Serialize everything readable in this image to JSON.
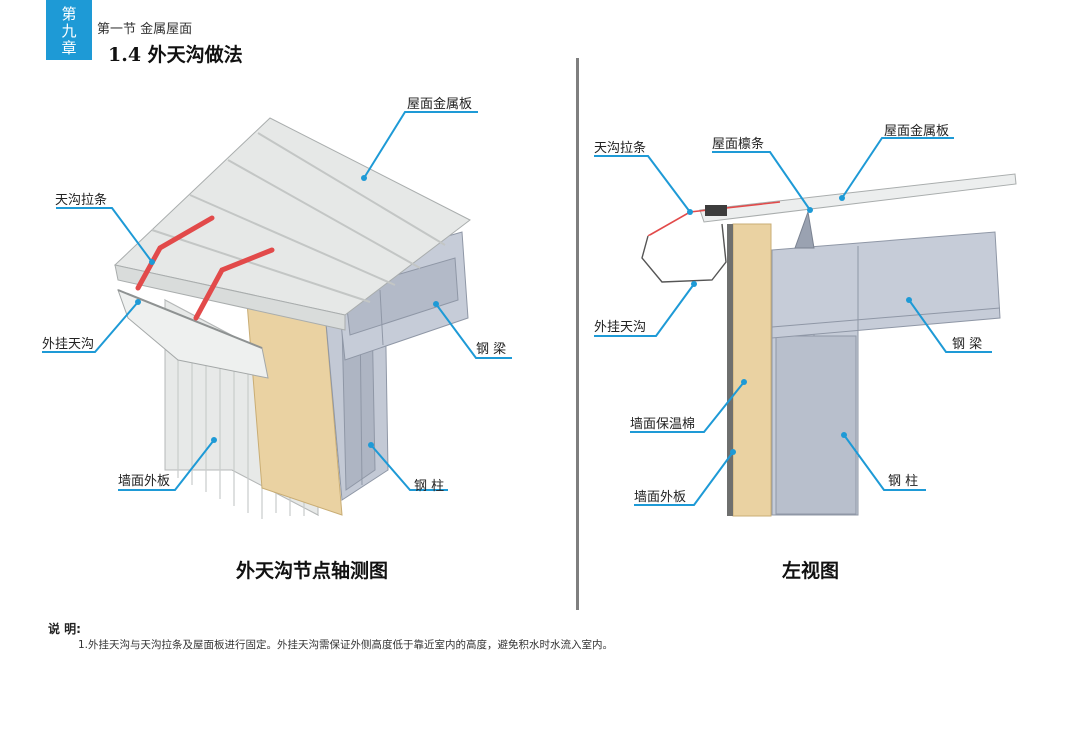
{
  "header": {
    "chapter_tab": "第九章",
    "section": "第一节 金属屋面",
    "title": "1.4 外天沟做法"
  },
  "left_view": {
    "caption": "外天沟节点轴测图",
    "labels": {
      "roof_panel": "屋面金属板",
      "gutter_strap": "天沟拉条",
      "gutter": "外挂天沟",
      "steel_beam": "钢 梁",
      "wall_panel": "墙面外板",
      "steel_column": "钢 柱"
    }
  },
  "right_view": {
    "caption": "左视图",
    "labels": {
      "gutter_strap": "天沟拉条",
      "purlin": "屋面檩条",
      "roof_panel": "屋面金属板",
      "gutter": "外挂天沟",
      "steel_beam": "钢 梁",
      "insulation": "墙面保温棉",
      "steel_column": "钢 柱",
      "wall_panel": "墙面外板"
    }
  },
  "notes": {
    "heading": "说 明:",
    "items": [
      "1.外挂天沟与天沟拉条及屋面板进行固定。外挂天沟需保证外侧高度低于靠近室内的高度，避免积水时水流入室内。"
    ]
  },
  "colors": {
    "accent": "#1e9ad6",
    "steel": "#c4cad6",
    "insulation": "#ead2a2",
    "panel": "#e9ebe9",
    "strap": "#e24a4a"
  }
}
